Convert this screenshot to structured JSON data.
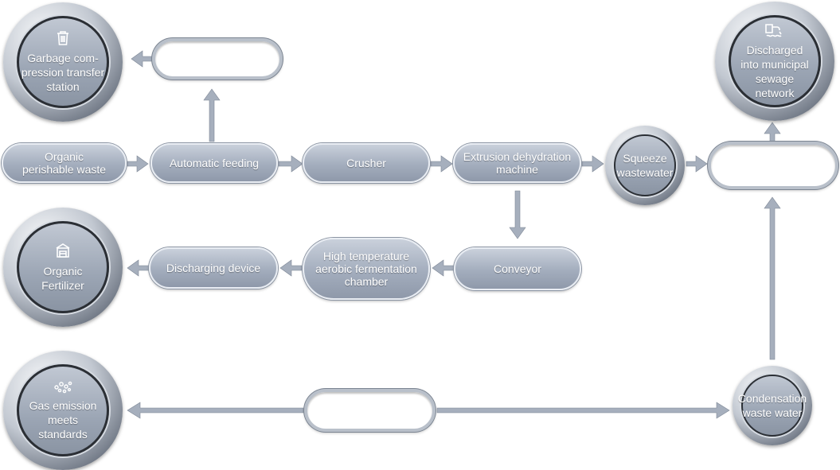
{
  "nodes": {
    "organic_perishable_waste": "Organic\nperishable waste",
    "automatic_feeding": "Automatic feeding",
    "crusher": "Crusher",
    "extrusion_dehydration": "Extrusion dehydration\nmachine",
    "squeeze_wastewater": "Squeeze\nwastewater",
    "conveyor": "Conveyor",
    "fermentation_chamber": "High temperature\naerobic fermentation\nchamber",
    "discharging_device": "Discharging device",
    "condensation_waste_water": "Condensation\nwaste water"
  },
  "endpoints": {
    "garbage_station": {
      "label": "Garbage com-\npression transfer\nstation",
      "icon": "trash-icon"
    },
    "municipal_sewage": {
      "label": "Discharged\ninto municipal\nsewage\nnetwork",
      "icon": "water-tap-icon"
    },
    "organic_fertilizer": {
      "label": "Organic\nFertilizer",
      "icon": "fertilizer-bag-icon"
    },
    "gas_emission": {
      "label": "Gas emission\nmeets\nstandards",
      "icon": "gas-particles-icon"
    }
  },
  "colors": {
    "accent": "#8f99aa",
    "arrow": "#a6afbd",
    "ring_dark": "#2b2f35"
  }
}
